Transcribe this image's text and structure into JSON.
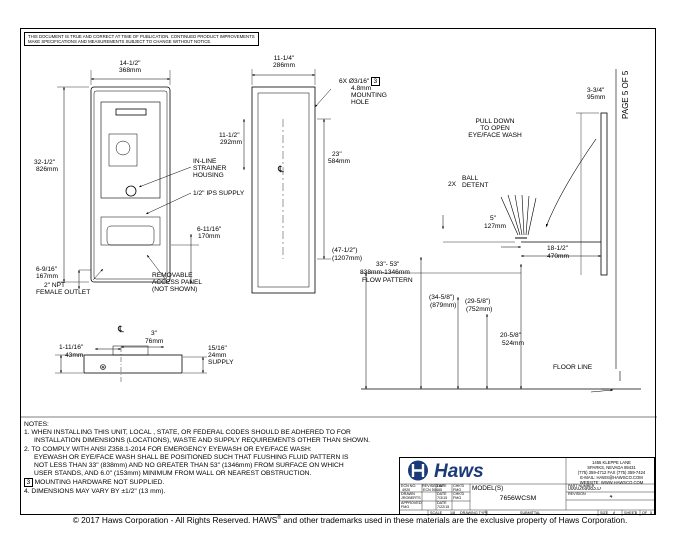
{
  "disclaimer": {
    "line1": "THIS DOCUMENT IS TRUE AND CORRECT AT TIME OF PUBLICATION. CONTINUED PRODUCT IMPROVEMENTS",
    "line2": "MAKE SPECIFICATIONS AND MEASUREMENTS SUBJECT TO CHANGE WITHOUT NOTICE."
  },
  "page_label": "PAGE 5 OF 5",
  "front_view": {
    "width_in": "14-1/2\"",
    "width_mm": "368mm",
    "height_in": "32-1/2\"",
    "height_mm": "826mm",
    "inline_strainer": [
      "IN-LINE",
      "STRAINER",
      "HOUSING"
    ],
    "ips_supply": "1/2\" IPS SUPPLY",
    "bottom_in": "6-11/16\"",
    "bottom_mm": "170mm",
    "outlet_in": "6-9/16\"",
    "outlet_mm": "167mm",
    "npt": "2\" NPT",
    "female_outlet": "FEMALE OUTLET",
    "access_panel": [
      "REMOVABLE",
      "ACCESS PANEL",
      "(NOT SHOWN)"
    ]
  },
  "side_view": {
    "width_in": "11-1/4\"",
    "width_mm": "286mm",
    "inner_in": "11-1/2\"",
    "inner_mm": "292mm",
    "height_in": "23\"",
    "height_mm": "584mm",
    "centerline": "℄",
    "holes_line1": "6X Ø3/16\"",
    "holes_flag": "3",
    "holes_line2": "4.8mm",
    "holes_line3": "MOUNTING",
    "holes_line4": "HOLE"
  },
  "right_view": {
    "depth_in": "3-3/4\"",
    "depth_mm": "95mm",
    "pull_down": [
      "PULL DOWN",
      "TO OPEN",
      "EYE/FACE WASH"
    ],
    "ball_detent_count": "2X",
    "ball_detent": [
      "BALL",
      "DETENT"
    ],
    "head_in": "5\"",
    "head_mm": "127mm",
    "reach_in": "18-1/2\"",
    "reach_mm": "470mm",
    "h1_in": "(47-1/2\")",
    "h1_mm": "(1207mm)",
    "flow_in": "33\"- 53\"",
    "flow_mm": "838mm-1346mm",
    "flow_label": "FLOW PATTERN",
    "h2_in": "(34-5/8\")",
    "h2_mm": "(879mm)",
    "h3_in": "(29-5/8\")",
    "h3_mm": "(752mm)",
    "h4_in": "20-5/8\"",
    "h4_mm": "524mm",
    "floor_line": "FLOOR LINE"
  },
  "bottom_view": {
    "center": "℄",
    "offset_in": "1-11/16\"",
    "offset_mm": "43mm",
    "spacing_in": "3\"",
    "spacing_mm": "76mm",
    "supply_in": "15/16\"",
    "supply_mm": "24mm",
    "supply_label": "SUPPLY"
  },
  "notes": {
    "heading": "NOTES:",
    "n1a": "1.  WHEN INSTALLING THIS UNIT, LOCAL , STATE, OR FEDERAL CODES SHOULD BE ADHERED TO FOR",
    "n1b": "INSTALLATION DIMENSIONS (LOCATIONS), WASTE AND SUPPLY REQUIREMENTS OTHER THAN SHOWN.",
    "n2a": "2.  TO COMPLY WITH ANSI Z358.1-2014 FOR EMERGENCY EYEWASH OR EYE/FACE WASH:",
    "n2b": "EYEWASH OR EYE/FACE WASH SHALL BE POSITIONED SUCH THAT FLUSHING FLUID PATTERN IS",
    "n2c": "NOT LESS THAN 33\" (838mm) AND NO GREATER THAN 53\" (1346mm) FROM SURFACE ON WHICH",
    "n2d": "USER STANDS, AND 6.0\" (153mm) MINIMUM FROM WALL OR NEAREST OBSTRUCTION.",
    "n3num": "3",
    "n3": "MOUNTING HARDWARE NOT SUPPLIED.",
    "n4": "4.  DIMENSIONS MAY VARY BY ±1/2\" (13 mm)."
  },
  "title_block": {
    "brand": "Haws",
    "addr1": "1455 KLEPPE LANE",
    "addr2": "SPARKS, NEVADA  89431",
    "addr3": "(775) 359-4712  FAX (775) 359-7424",
    "addr4": "E-MAIL: HAWS@HAWSCO.COM",
    "addr5": "WEBSITE: WWW.HAWSCO.COM",
    "ecn_label": "ECN NO.",
    "revised_by_label": "REVISED BY",
    "revised_by_date_label": "DATE",
    "checked_label": "CHK'D",
    "ecn_value": "4920",
    "revised_by_value": "ECN 50465",
    "checked_value": "FMG",
    "drawn_label": "DRAWN",
    "drawn_date_label": "DATE",
    "drawn_chkd_label": "CHK'D",
    "drawn_value": "JROBERTS",
    "drawn_date": "7/3/15",
    "drawn_chk_value": "FMG",
    "approved_label": "APPROVED",
    "approved_date_label": "DATE",
    "approved_value": "FMG",
    "approved_date": "7/22/15",
    "models_label": "MODEL(S)",
    "model": "7656WCSM",
    "part_number_label": "PART NUMBER",
    "part_number": "0000269083.D",
    "revision_label": "REVISION",
    "revision": "4",
    "scale_label": "SCALE",
    "scale_value": "1/8",
    "drawing_type_label": "DRAWING TYPE",
    "drawing_type": "SUBMITTAL",
    "size_label": "SIZE",
    "size_value": "A",
    "sheet_label": "SHEET",
    "sheet_value": "5",
    "of_label": "OF",
    "of_value": "5"
  },
  "footer": {
    "pre": "© 2017 Haws Corporation - All Rights Reserved.  HAWS",
    "reg": "®",
    "post": " and other trademarks used in these materials are the exclusive property of Haws Corporation."
  }
}
